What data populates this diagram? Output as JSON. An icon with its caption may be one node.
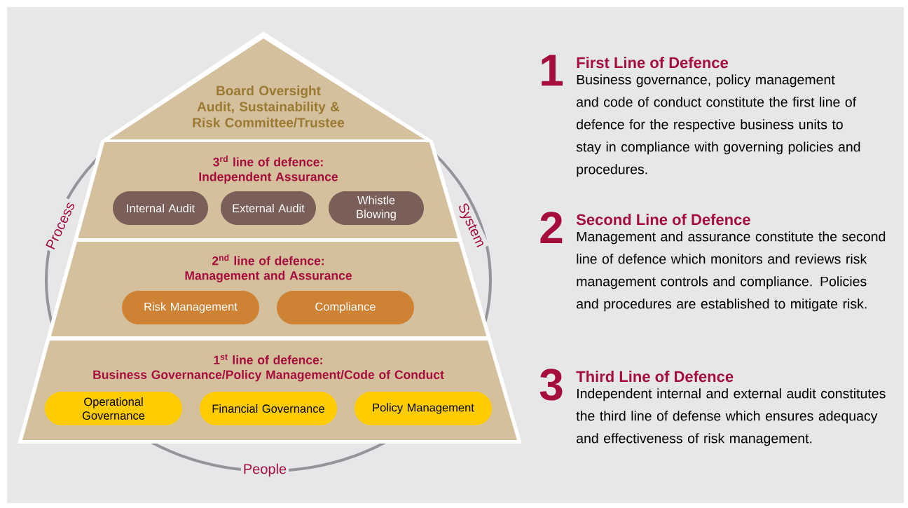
{
  "diagram": {
    "nodes": [
      {
        "text": [
          "Board Oversight",
          "Audit, Sustainability & Risk Committee/Trustee"
        ]
      },
      {
        "text": [
          "3$^{rd}$ line of defence:",
          "Independent Assurance"
        ]
      },
      {
        "text": [
          "Internal Audit"
        ],
        "in": 1
      },
      {
        "text": [
          "External Audit"
        ],
        "in": 1
      },
      {
        "text": [
          "Whistle Blowing"
        ],
        "in": 1
      },
      {
        "text": [
          "2$^{nd}$ line of defence:",
          "Management and Assurance"
        ]
      },
      {
        "text": [
          "Risk Management"
        ],
        "in": 5
      },
      {
        "text": [
          "Compliance"
        ],
        "in": 5
      },
      {
        "text": [
          "1$^{st}$ line of defence:",
          "Business Governance/Policy Management/Code of Conduct"
        ]
      },
      {
        "text": [
          "Operational Governance"
        ],
        "in": 8
      },
      {
        "text": [
          "Financial Governance"
        ],
        "in": 8
      },
      {
        "text": [
          "Policy Management"
        ],
        "in": 8
      }
    ],
    "labels": [
      "Process",
      "System",
      "People",
      "1",
      "First Line of Defence",
      "Business governance, policy management and code of conduct constitute the first line of defence for the respective business units to stay in compliance with governing policies and procedures.",
      "2",
      "Second Line of Defence",
      "Management and assurance constitute the second line of defence which monitors and reviews risk management controls and compliance. Policies and procedures are established to mitigate risk.",
      "3",
      "Third Line of Defence",
      "Independent internal and external audit constitutes the third line of defense which ensures adequacy and effectiveness of risk management."
    ]
  }
}
